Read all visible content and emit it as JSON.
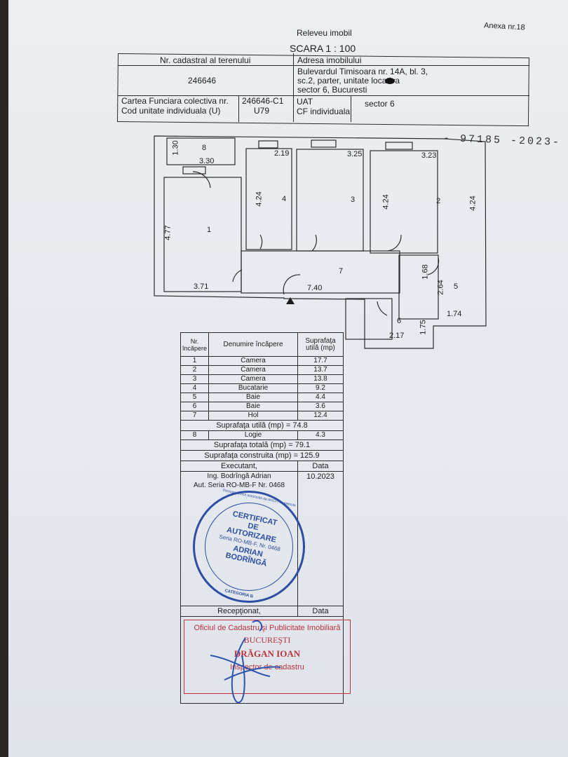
{
  "header": {
    "annex": "Anexa nr.18",
    "title": "Releveu imobil",
    "scale": "SCARA  1 : 100"
  },
  "info_table": {
    "cadastral_label": "Nr. cadastral al terenului",
    "cadastral_value": "246646",
    "address_label": "Adresa imobilului",
    "address_lines": [
      "Bulevardul Timisoara nr. 14A, bl. 3,",
      "sc.2, parter, unitate locativa",
      "sector 6, Bucuresti"
    ],
    "cf_label": "Cartea Funciara colectiva nr.",
    "cf_value": "246646-C1",
    "unit_label": "Cod unitate individuala (U)",
    "unit_value": "U79",
    "uat_label": "UAT",
    "uat_value": "sector 6",
    "cf_individual_label": "CF individuala"
  },
  "registration_stamp": "- 97185 -2023-",
  "plan": {
    "rooms": [
      "1",
      "2",
      "3",
      "4",
      "5",
      "6",
      "7",
      "8"
    ],
    "dimensions": {
      "r8_h": "1.30",
      "r8_w": "3.30",
      "r4_w": "2.19",
      "r4_h": "4.24",
      "r3_w": "3.25",
      "r3_h": "4.24",
      "r2_w": "3.23",
      "r2_h": "4.24",
      "r1_h": "4.77",
      "r1_w": "3.71",
      "r7_w": "7.40",
      "r7_h": "1.68",
      "r5_h": "2.64",
      "r5_w": "1.74",
      "r6_h": "1.75",
      "r6_w": "2.17"
    }
  },
  "rooms_table": {
    "headers": {
      "nr": "Nr. încăpere",
      "name": "Denumire încăpere",
      "area": "Suprafaţa utilă (mp)"
    },
    "rows": [
      {
        "nr": "1",
        "name": "Camera",
        "area": "17.7"
      },
      {
        "nr": "2",
        "name": "Camera",
        "area": "13.7"
      },
      {
        "nr": "3",
        "name": "Camera",
        "area": "13.8"
      },
      {
        "nr": "4",
        "name": "Bucatarie",
        "area": "9.2"
      },
      {
        "nr": "5",
        "name": "Baie",
        "area": "4.4"
      },
      {
        "nr": "6",
        "name": "Baie",
        "area": "3.6"
      },
      {
        "nr": "7",
        "name": "Hol",
        "area": "12.4"
      }
    ],
    "useful_total": "Suprafaţa utilă (mp) = 74.8",
    "loggia": {
      "nr": "8",
      "name": "Logie",
      "area": "4.3"
    },
    "total": "Suprafaţa totală (mp) = 79.1",
    "built": "Suprafaţa construita (mp) = 125.9",
    "executant_label": "Executant,",
    "date_label": "Data",
    "executant_name": "Ing. Bodrîngă  Adrian",
    "executant_auth": "Aut. Seria RO-MB-F Nr. 0468",
    "executant_date": "10.2023",
    "received_label": "Recepţionat,",
    "received_date_label": "Data"
  },
  "authorization_stamp": {
    "lines": [
      "CERTIFICAT",
      "DE",
      "AUTORIZARE",
      "Seria RO-MB-F, Nr. 0468",
      "ADRIAN",
      "BODRÎNGĂ"
    ],
    "ring": "Persoana fizica autorizata de ANCPI sa execute lucrari de cadastru, geodezie si cartografie",
    "category": "CATEGORIA B",
    "color": "#2c4fa3"
  },
  "ocpi_stamp": {
    "lines": [
      "Oficiul de Cadastru şi Publicitate Imobiliară",
      "BUCUREŞTI",
      "DRĂGAN IOAN",
      "Inspector de cadastru"
    ],
    "color": "#b9333c"
  }
}
